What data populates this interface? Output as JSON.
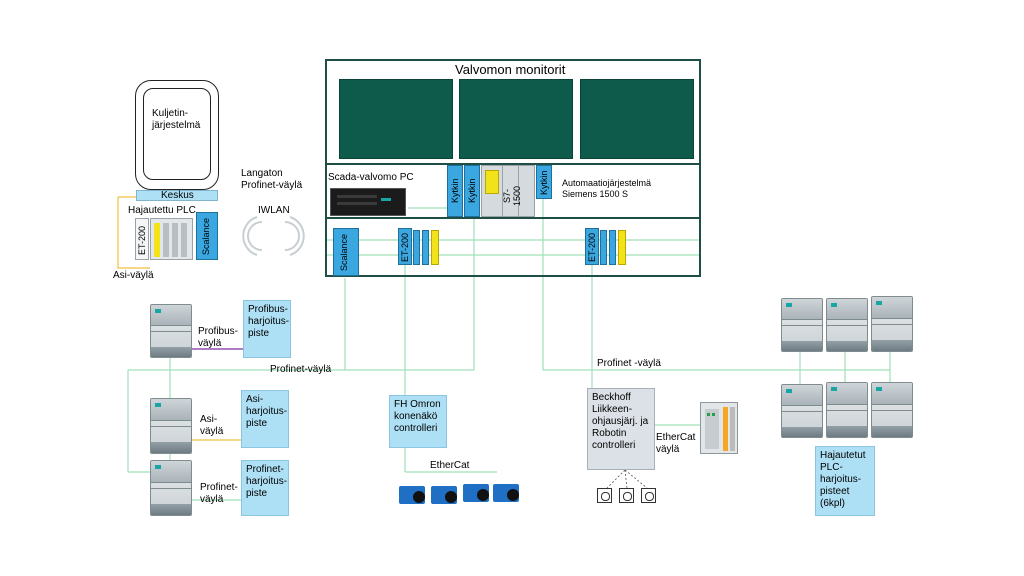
{
  "control_room": {
    "title": "Valvomon monitorit",
    "scada_pc": "Scada-valvomo  PC",
    "switch_1": "Kytkin",
    "switch_2": "Kytkin",
    "switch_3": "Kytkin",
    "s7_label": "S7-\n1500",
    "automation_system": "Automaatiojärjestelmä\nSiemens 1500 S",
    "scalance": "Scalance",
    "et200_a": "ET-200",
    "et200_b": "ET-200"
  },
  "conveyor": {
    "label": "Kuljetin-\njärjestelmä",
    "center": "Keskus",
    "distributed_plc": "Hajautettu PLC",
    "et200": "ET-200",
    "scalance": "Scalance",
    "asi_bus": "Asi-väylä"
  },
  "wireless": {
    "label": "Langaton\nProfinet-väylä",
    "iwlan": "IWLAN"
  },
  "stations": [
    {
      "bus": "Profibus-\nväylä",
      "name": "Profibus-\nharjoitus-\npiste"
    },
    {
      "bus": "Asi-\nväylä",
      "name": "Asi-\nharjoitus-\npiste"
    },
    {
      "bus": "Profinet-\nväylä",
      "name": "Profinet-\nharjoitus-\npiste"
    }
  ],
  "profinet_left": "Profinet-väylä",
  "profinet_right": "Profinet -väylä",
  "omron": {
    "label": "FH Omron\nkonenäkö\ncontrolleri",
    "ethercat": "EtherCat"
  },
  "beckhoff": {
    "label": "Beckhoff\nLiikkeen-\nohjausjärj. ja\nRobotin\ncontrolleri",
    "ethercat": "EtherCat\nväylä"
  },
  "distributed": {
    "label": "Hajautetut\nPLC-\nharjoitus-\npisteet\n(6kpl)"
  },
  "colors": {
    "monitor": "#0e5b4c",
    "frame": "#1f4e46",
    "light_blue": "#aee0f5",
    "module_blue": "#3aa7e0",
    "yellow": "#f2e21a",
    "profinet_line": "#9fe0b8",
    "profibus_line": "#7b2fa0",
    "asi_line": "#f0c040"
  }
}
